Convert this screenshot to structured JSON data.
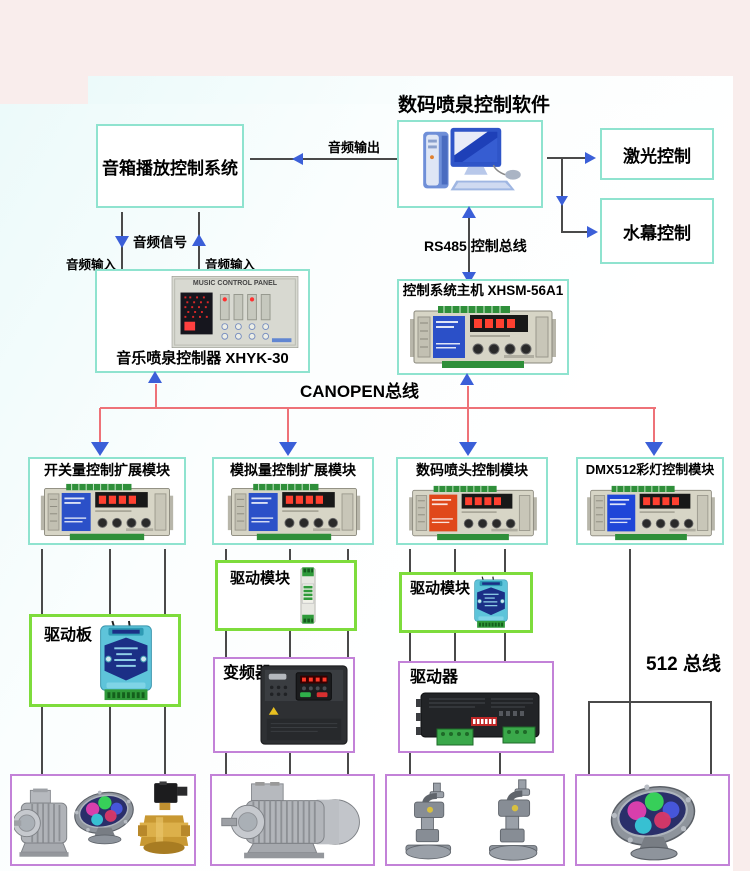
{
  "title": "数码喷泉控制软件",
  "nodes": {
    "speaker_system": "音箱播放控制系统",
    "laser_control": "激光控制",
    "water_curtain_control": "水幕控制",
    "music_panel_title": "MUSIC CONTROL PANEL",
    "music_controller": "音乐喷泉控制器 XHYK-30",
    "host": "控制系统主机  XHSM-56A1",
    "module_switch": "开关量控制扩展模块",
    "module_analog": "模拟量控制扩展模块",
    "module_nozzle": "数码喷头控制模块",
    "module_dmx512": "DMX512彩灯控制模块",
    "driver_board": "驱动板",
    "drive_module_analog": "驱动模块",
    "drive_module_nozzle": "驱动模块",
    "inverter": "变频器",
    "driver_unit": "驱动器"
  },
  "bus_labels": {
    "audio_output": "音频输出",
    "audio_signal": "音频信号",
    "audio_input_left": "音频输入",
    "audio_input_right": "音频输入",
    "rs485": "RS485  控制总线",
    "canopen": "CANOPEN总线",
    "dmx512_bus": "512 总线"
  },
  "colors": {
    "cyan_border": "#8fe3cf",
    "green_border": "#7edc3c",
    "purple_border": "#c382d8",
    "bus_red": "#ee7278",
    "arrow_blue": "#3b5fd8",
    "line_gray": "#4a4a4a",
    "background_pink": "#f9edec"
  }
}
